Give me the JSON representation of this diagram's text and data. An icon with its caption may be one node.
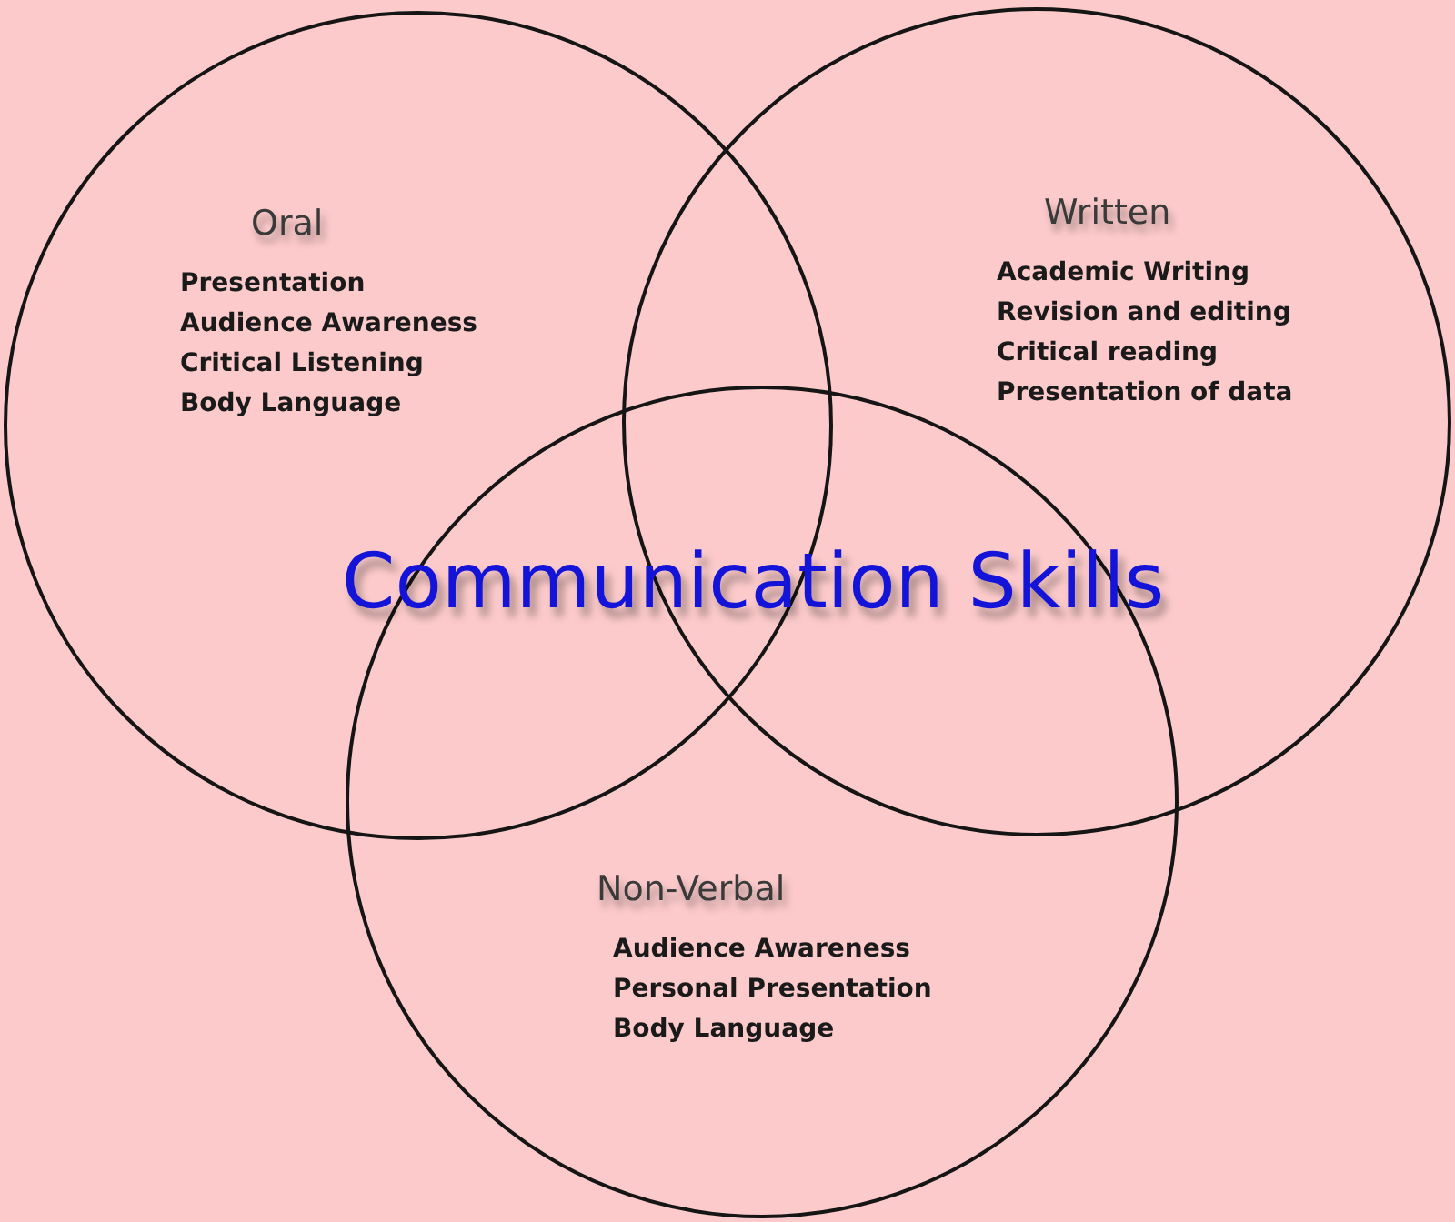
{
  "diagram": {
    "title": "Communication Skills",
    "nodes": [
      {
        "text": [
          "Oral",
          "Presentation",
          "Audience Awareness",
          "Critical Listening",
          "Body Language"
        ]
      },
      {
        "text": [
          "Written",
          "Academic Writing",
          "Revision and editing",
          "Critical reading",
          "Presentation of data"
        ]
      },
      {
        "text": [
          "Non-Verbal",
          "Audience Awareness",
          "Personal Presentation",
          "Body Language"
        ]
      }
    ]
  }
}
